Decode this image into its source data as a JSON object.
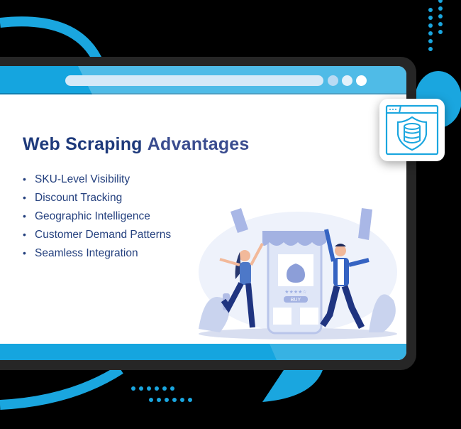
{
  "heading": {
    "part1": "Web Scraping",
    "part2": "Advantages"
  },
  "bullets": [
    {
      "label": "SKU-Level Visibility"
    },
    {
      "label": "Discount Tracking"
    },
    {
      "label": "Geographic Intelligence"
    },
    {
      "label": "Customer Demand Patterns"
    },
    {
      "label": "Seamless Integration"
    }
  ],
  "bullet_glyph": "•",
  "illustration": {
    "button_label": "BUY",
    "rating_stars": 4
  },
  "badge_icon": "shield-database-icon",
  "colors": {
    "accent_blue": "#15a5df",
    "frame": "#262626",
    "heading_dark": "#1e3a7b",
    "heading_light": "#3a4c8f",
    "text": "#24407e",
    "background": "#000000"
  }
}
